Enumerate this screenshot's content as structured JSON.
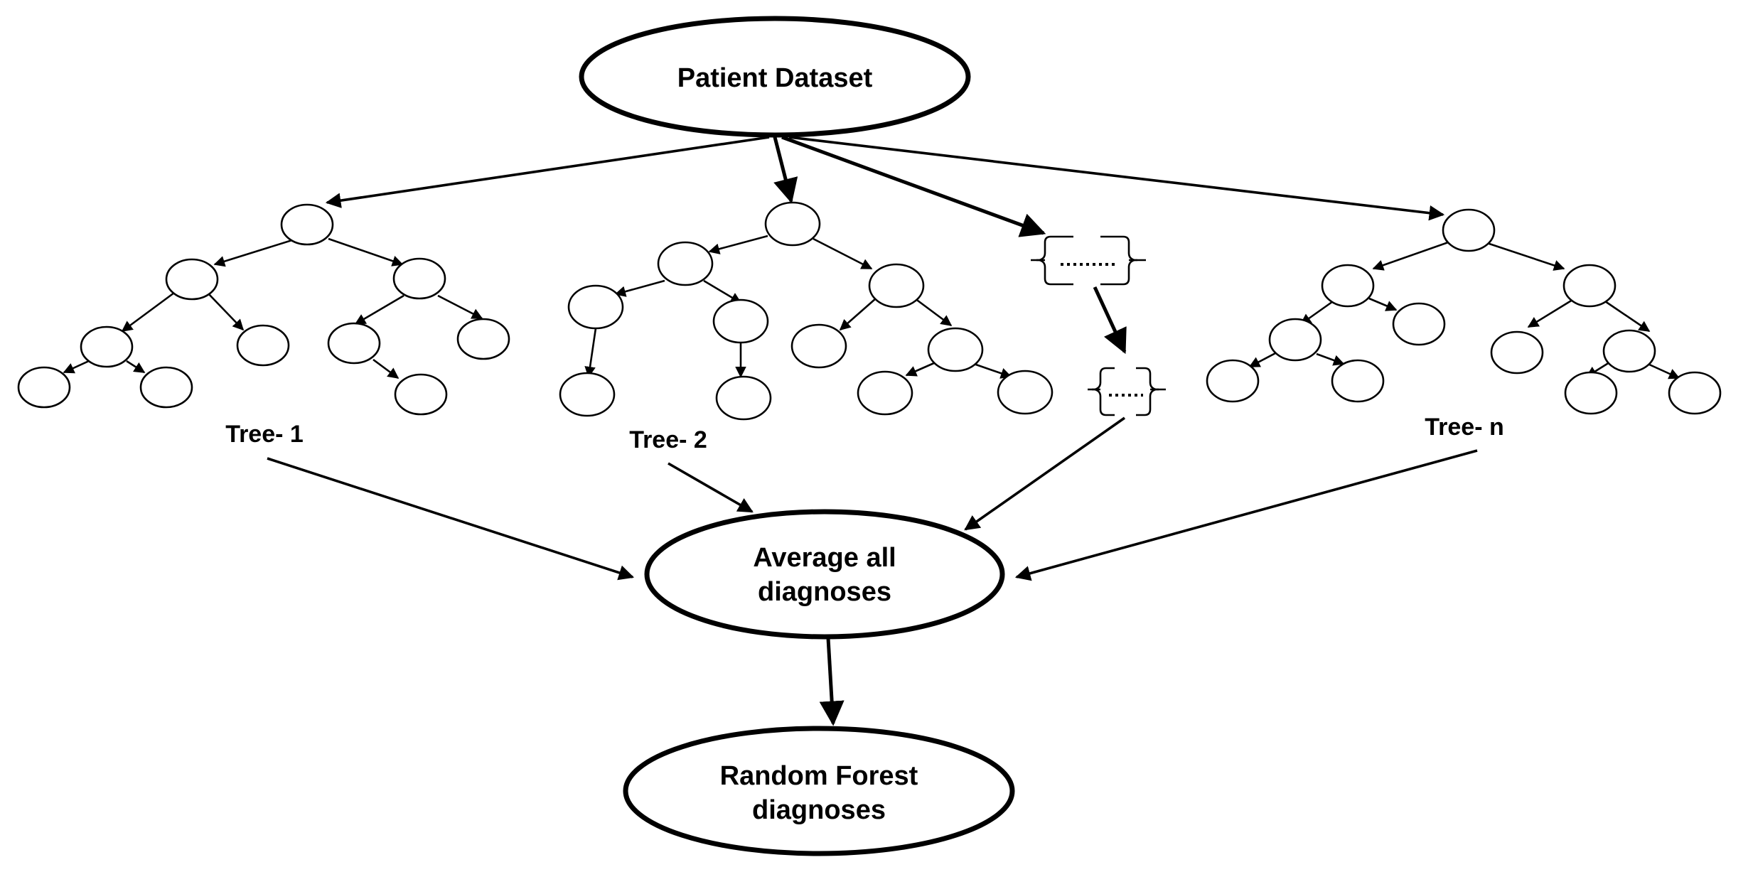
{
  "nodes": {
    "dataset": "Patient Dataset",
    "average_line1": "Average all",
    "average_line2": "diagnoses",
    "result_line1": "Random Forest",
    "result_line2": "diagnoses"
  },
  "trees": [
    {
      "label": "Tree- 1"
    },
    {
      "label": "Tree- 2"
    },
    {
      "label": "Tree- n"
    }
  ],
  "colors": {
    "stroke": "#000000",
    "background": "#ffffff"
  }
}
